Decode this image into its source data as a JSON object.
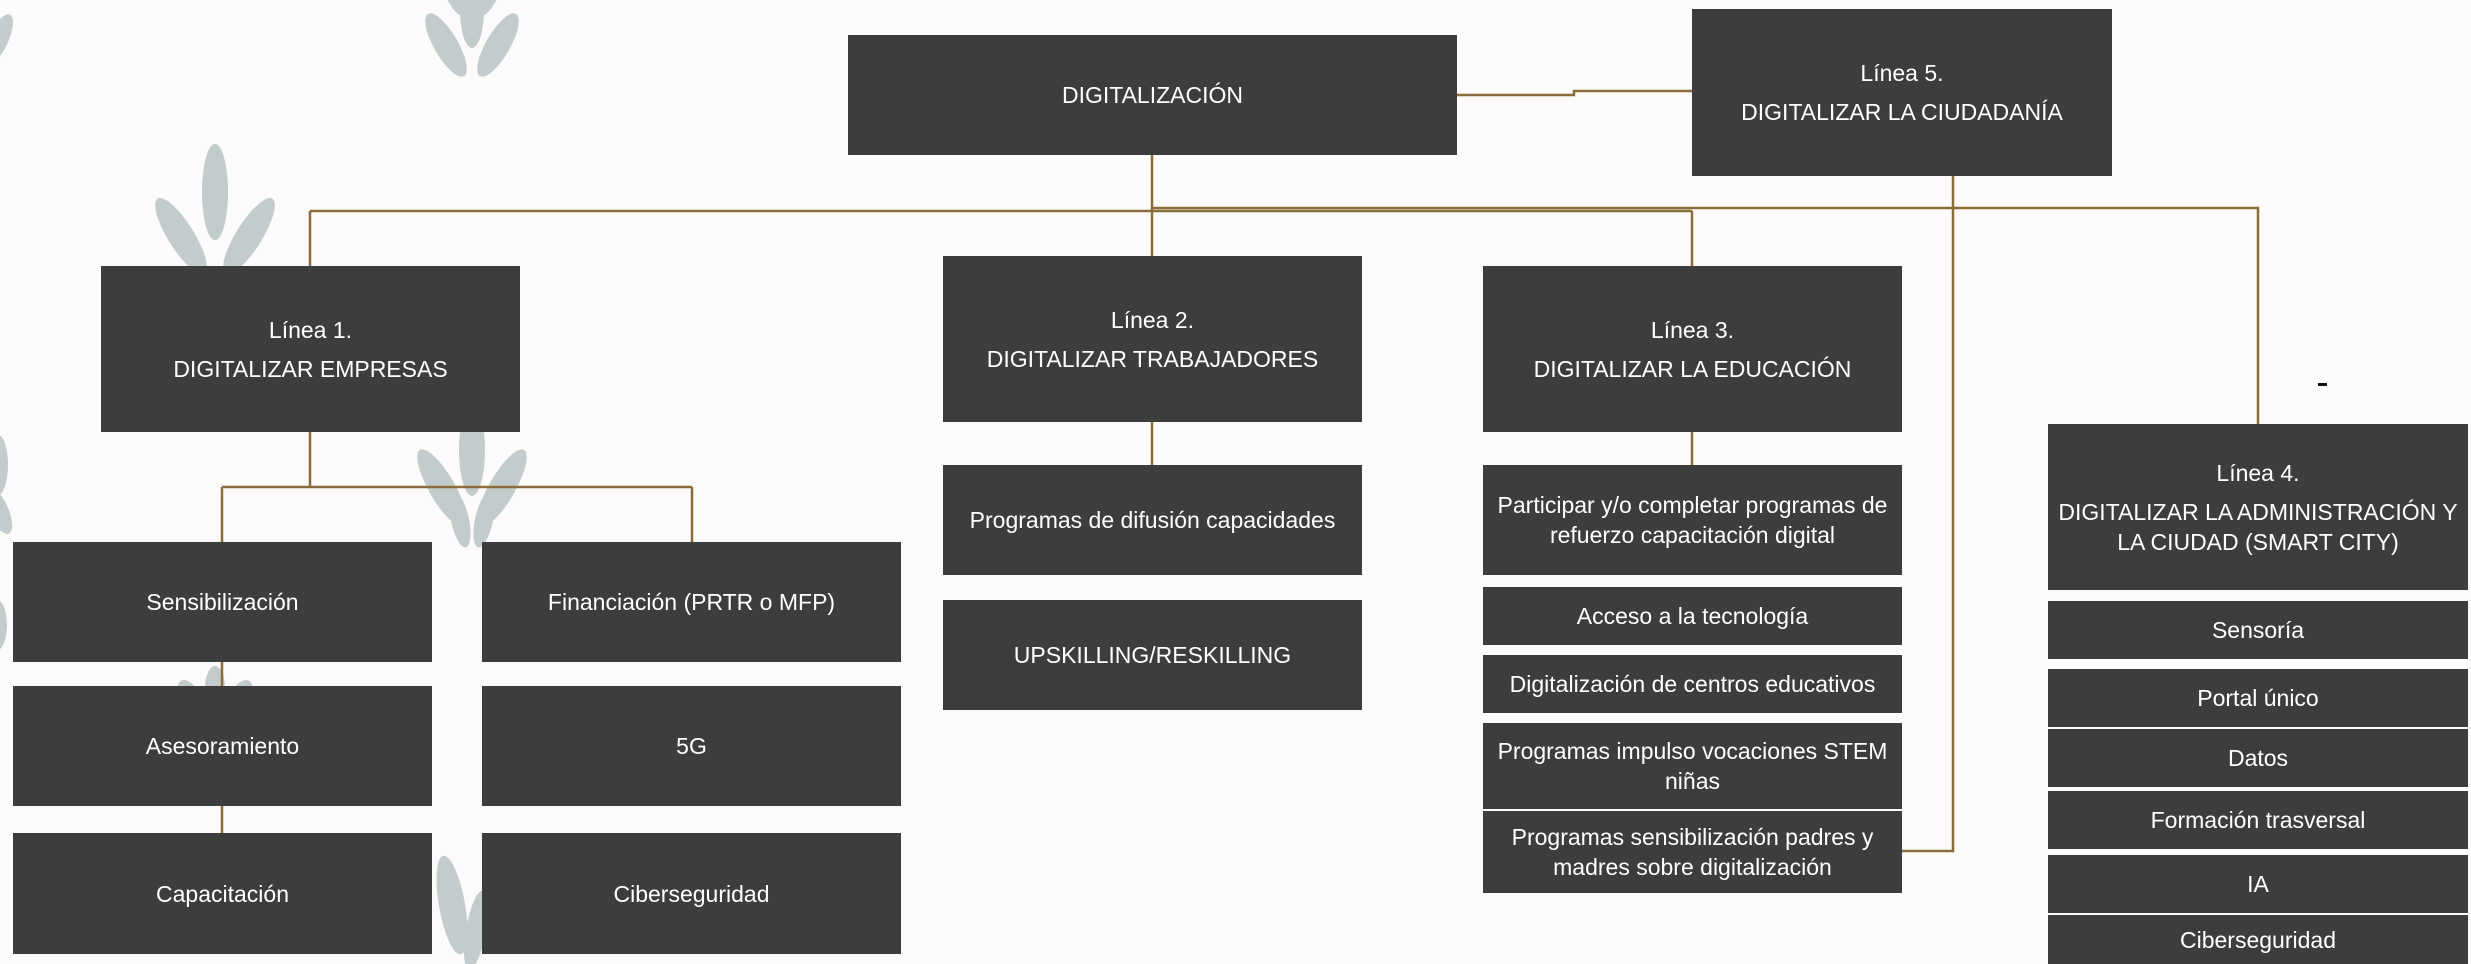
{
  "root": "DIGITALIZACIÓN",
  "line5": {
    "label": "Línea 5.",
    "title": "DIGITALIZAR LA CIUDADANÍA"
  },
  "line1": {
    "label": "Línea 1.",
    "title": "DIGITALIZAR EMPRESAS",
    "items_left": [
      "Sensibilización",
      "Asesoramiento",
      "Capacitación"
    ],
    "items_right": [
      "Financiación (PRTR o MFP)",
      "5G",
      "Ciberseguridad"
    ]
  },
  "line2": {
    "label": "Línea 2.",
    "title": "DIGITALIZAR TRABAJADORES",
    "items": [
      "Programas de difusión capacidades",
      "UPSKILLING/RESKILLING"
    ]
  },
  "line3": {
    "label": "Línea 3.",
    "title": "DIGITALIZAR LA EDUCACIÓN",
    "items": [
      "Participar y/o completar programas de refuerzo capacitación digital",
      "Acceso a la tecnología",
      "Digitalización de centros educativos",
      "Programas impulso vocaciones STEM niñas",
      "Programas sensibilización padres y madres sobre digitalización"
    ]
  },
  "line4": {
    "label": "Línea 4.",
    "title": "DIGITALIZAR LA ADMINISTRACIÓN Y LA CIUDAD (SMART CITY)",
    "items": [
      "Sensoría",
      "Portal único",
      "Datos",
      "Formación trasversal",
      "IA",
      "Ciberseguridad"
    ]
  },
  "colors": {
    "box": "#3d3d3d",
    "text": "#ffffff",
    "connector": "#8a6d3b",
    "leaf": "#c2cccd",
    "background": "#fcfbf9"
  }
}
